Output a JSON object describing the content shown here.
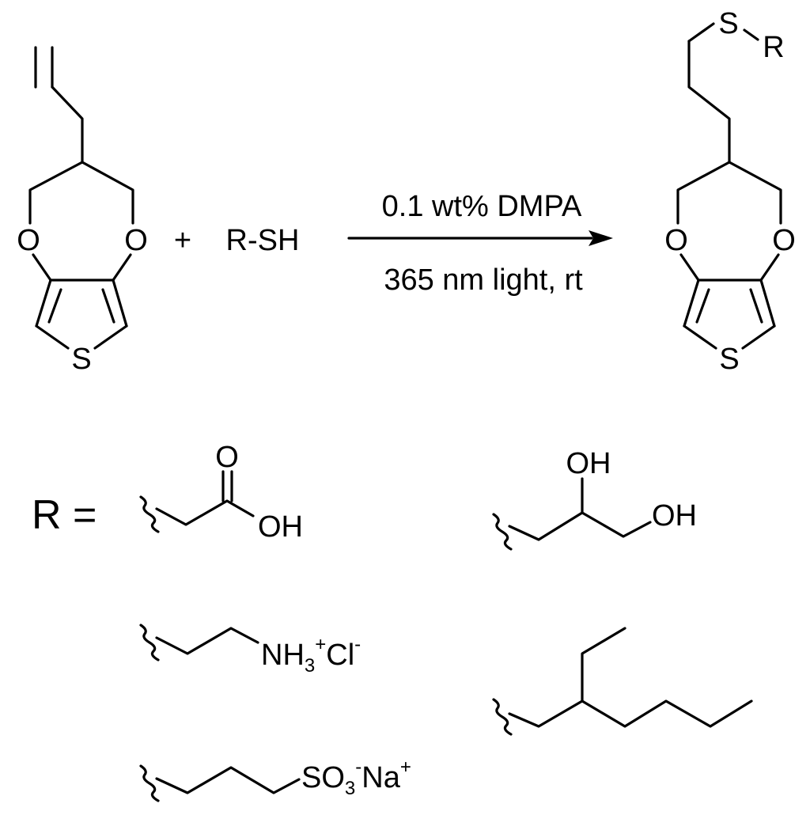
{
  "scheme": {
    "plus": "+",
    "reagent": "R-SH",
    "conditions_top": "0.1 wt% DMPA",
    "conditions_bottom": "365 nm light, rt",
    "r_equals": "R =",
    "atoms": {
      "oxygen": "O",
      "sulfur": "S",
      "r_group": "R"
    }
  },
  "substituents": {
    "carboxylic": {
      "carbonyl_o": "O",
      "hydroxyl": "OH"
    },
    "diol": {
      "oh1": "OH",
      "oh2": "OH"
    },
    "ammonium": {
      "nh": "NH",
      "sub3": "3",
      "plus": "+",
      "cl": "Cl",
      "minus": "-"
    },
    "sulfonate": {
      "so": "SO",
      "sub3": "3",
      "minus": "-",
      "na": "Na",
      "plus": "+"
    }
  }
}
